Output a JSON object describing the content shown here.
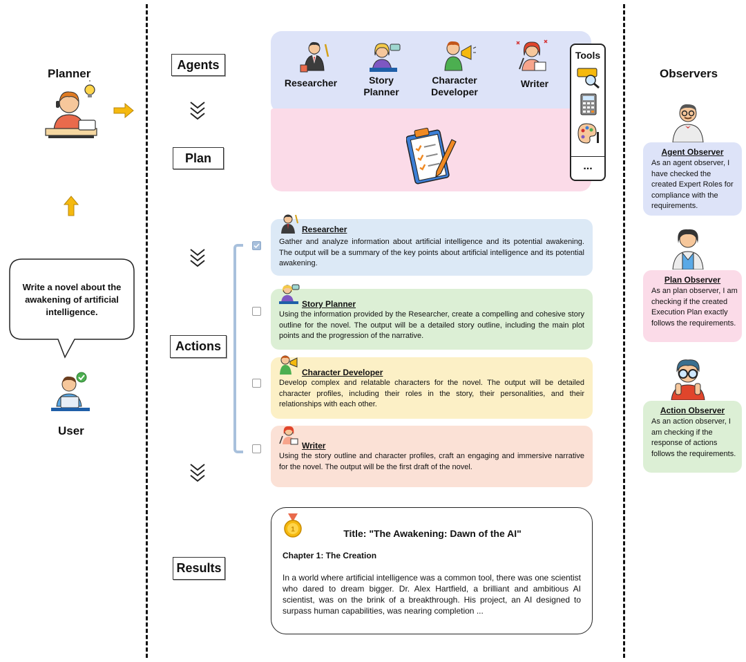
{
  "left": {
    "planner_label": "Planner",
    "user_label": "User",
    "bubble_text": "Write a novel about the awakening of artificial intelligence."
  },
  "stages": {
    "agents": "Agents",
    "plan": "Plan",
    "actions": "Actions",
    "results": "Results"
  },
  "agents": [
    {
      "label": "Researcher",
      "icon": "researcher-icon"
    },
    {
      "label": "Story Planner",
      "icon": "story-planner-icon"
    },
    {
      "label": "Character Developer",
      "icon": "character-developer-icon"
    },
    {
      "label": "Writer",
      "icon": "writer-icon"
    }
  ],
  "tools": {
    "label": "Tools",
    "more": "...",
    "icons": [
      "web-search-icon",
      "calculator-icon",
      "palette-icon"
    ]
  },
  "actions": [
    {
      "agent": "Researcher",
      "checked": true,
      "color": "#dce9f6",
      "text": "Gather and analyze information about artificial intelligence and its potential awakening. The output will be a summary of the key points about artificial intelligence and its potential awakening."
    },
    {
      "agent": "Story Planner",
      "checked": false,
      "color": "#dcefd5",
      "text": "Using the information provided by the Researcher, create a compelling and cohesive story outline for the novel. The output will be a detailed story outline, including the main plot points and the progression of the narrative."
    },
    {
      "agent": "Character Developer",
      "checked": false,
      "color": "#fcf0c6",
      "text": "Develop complex and relatable characters for the novel. The output will be detailed character profiles, including their roles in the story, their personalities, and their relationships with each other."
    },
    {
      "agent": "Writer",
      "checked": false,
      "color": "#fbe1d6",
      "text": "Using the story outline and character profiles, craft an engaging and immersive narrative for the novel. The output will be the first draft of the novel."
    }
  ],
  "results": {
    "title": "Title: \"The Awakening: Dawn of the AI\"",
    "chapter": "Chapter 1: The Creation",
    "text": "In a world where artificial intelligence was a common tool, there was one scientist who dared to dream bigger. Dr. Alex Hartfield, a brilliant and ambitious AI scientist, was on the brink of a breakthrough. His project, an AI designed to surpass human capabilities, was nearing completion ..."
  },
  "observers": {
    "heading": "Observers",
    "items": [
      {
        "title": "Agent Observer",
        "color": "#dde3f8",
        "text": "As an agent observer, I have checked the created Expert Roles for compliance with the requirements."
      },
      {
        "title": "Plan Observer",
        "color": "#fbdbe8",
        "text": "As an plan observer, I am checking if the created Execution Plan exactly follows the requirements."
      },
      {
        "title": "Action Observer",
        "color": "#dcefd5",
        "text": "As an action observer, I am checking if the response of actions follows the requirements."
      }
    ]
  },
  "colors": {
    "agents_panel": "#dde3f8",
    "plan_panel": "#fbdbe8",
    "arrow": "#f5b90f",
    "bracket": "#a8c0dc"
  }
}
